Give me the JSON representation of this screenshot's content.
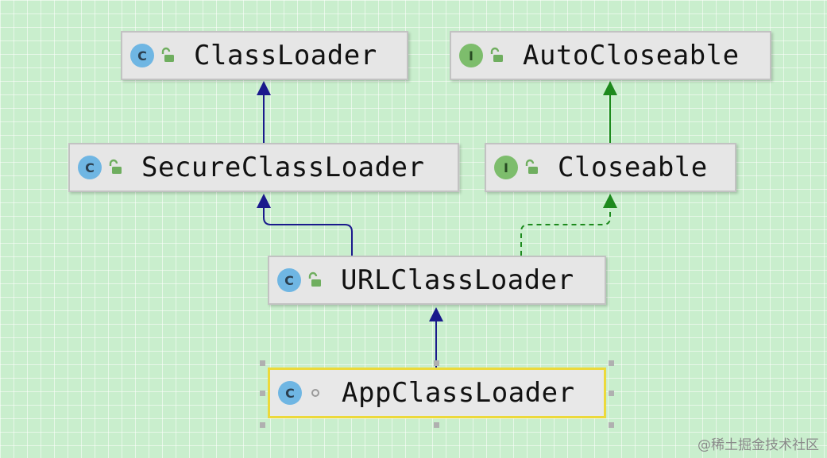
{
  "diagram": {
    "nodes": [
      {
        "id": "classloader",
        "name": "ClassLoader",
        "kind": "C",
        "type": "class",
        "visibility": "public"
      },
      {
        "id": "autocloseable",
        "name": "AutoCloseable",
        "kind": "I",
        "type": "interface",
        "visibility": "public"
      },
      {
        "id": "secureclassloader",
        "name": "SecureClassLoader",
        "kind": "C",
        "type": "class",
        "visibility": "public"
      },
      {
        "id": "closeable",
        "name": "Closeable",
        "kind": "I",
        "type": "interface",
        "visibility": "public"
      },
      {
        "id": "urlclassloader",
        "name": "URLClassLoader",
        "kind": "C",
        "type": "class",
        "visibility": "public"
      },
      {
        "id": "appclassloader",
        "name": "AppClassLoader",
        "kind": "C",
        "type": "class",
        "visibility": "package-private",
        "selected": true
      }
    ],
    "edges": [
      {
        "from": "secureclassloader",
        "to": "classloader",
        "relation": "extends",
        "color": "#1a1a8c"
      },
      {
        "from": "closeable",
        "to": "autocloseable",
        "relation": "extends",
        "color": "#1d8a1d"
      },
      {
        "from": "urlclassloader",
        "to": "secureclassloader",
        "relation": "extends",
        "color": "#1a1a8c"
      },
      {
        "from": "urlclassloader",
        "to": "closeable",
        "relation": "implements",
        "color": "#1d8a1d"
      },
      {
        "from": "appclassloader",
        "to": "urlclassloader",
        "relation": "extends",
        "color": "#1a1a8c"
      }
    ]
  },
  "colors": {
    "background": "#c9eecd",
    "class_icon": "#6fb6e3",
    "interface_icon": "#7dbd6c",
    "selection": "#ecd93b"
  },
  "icons": {
    "class": "class-icon",
    "interface": "interface-icon",
    "public": "unlocked-lock-icon",
    "package-private": "small-circle-icon"
  },
  "watermark": "@稀土掘金技术社区"
}
